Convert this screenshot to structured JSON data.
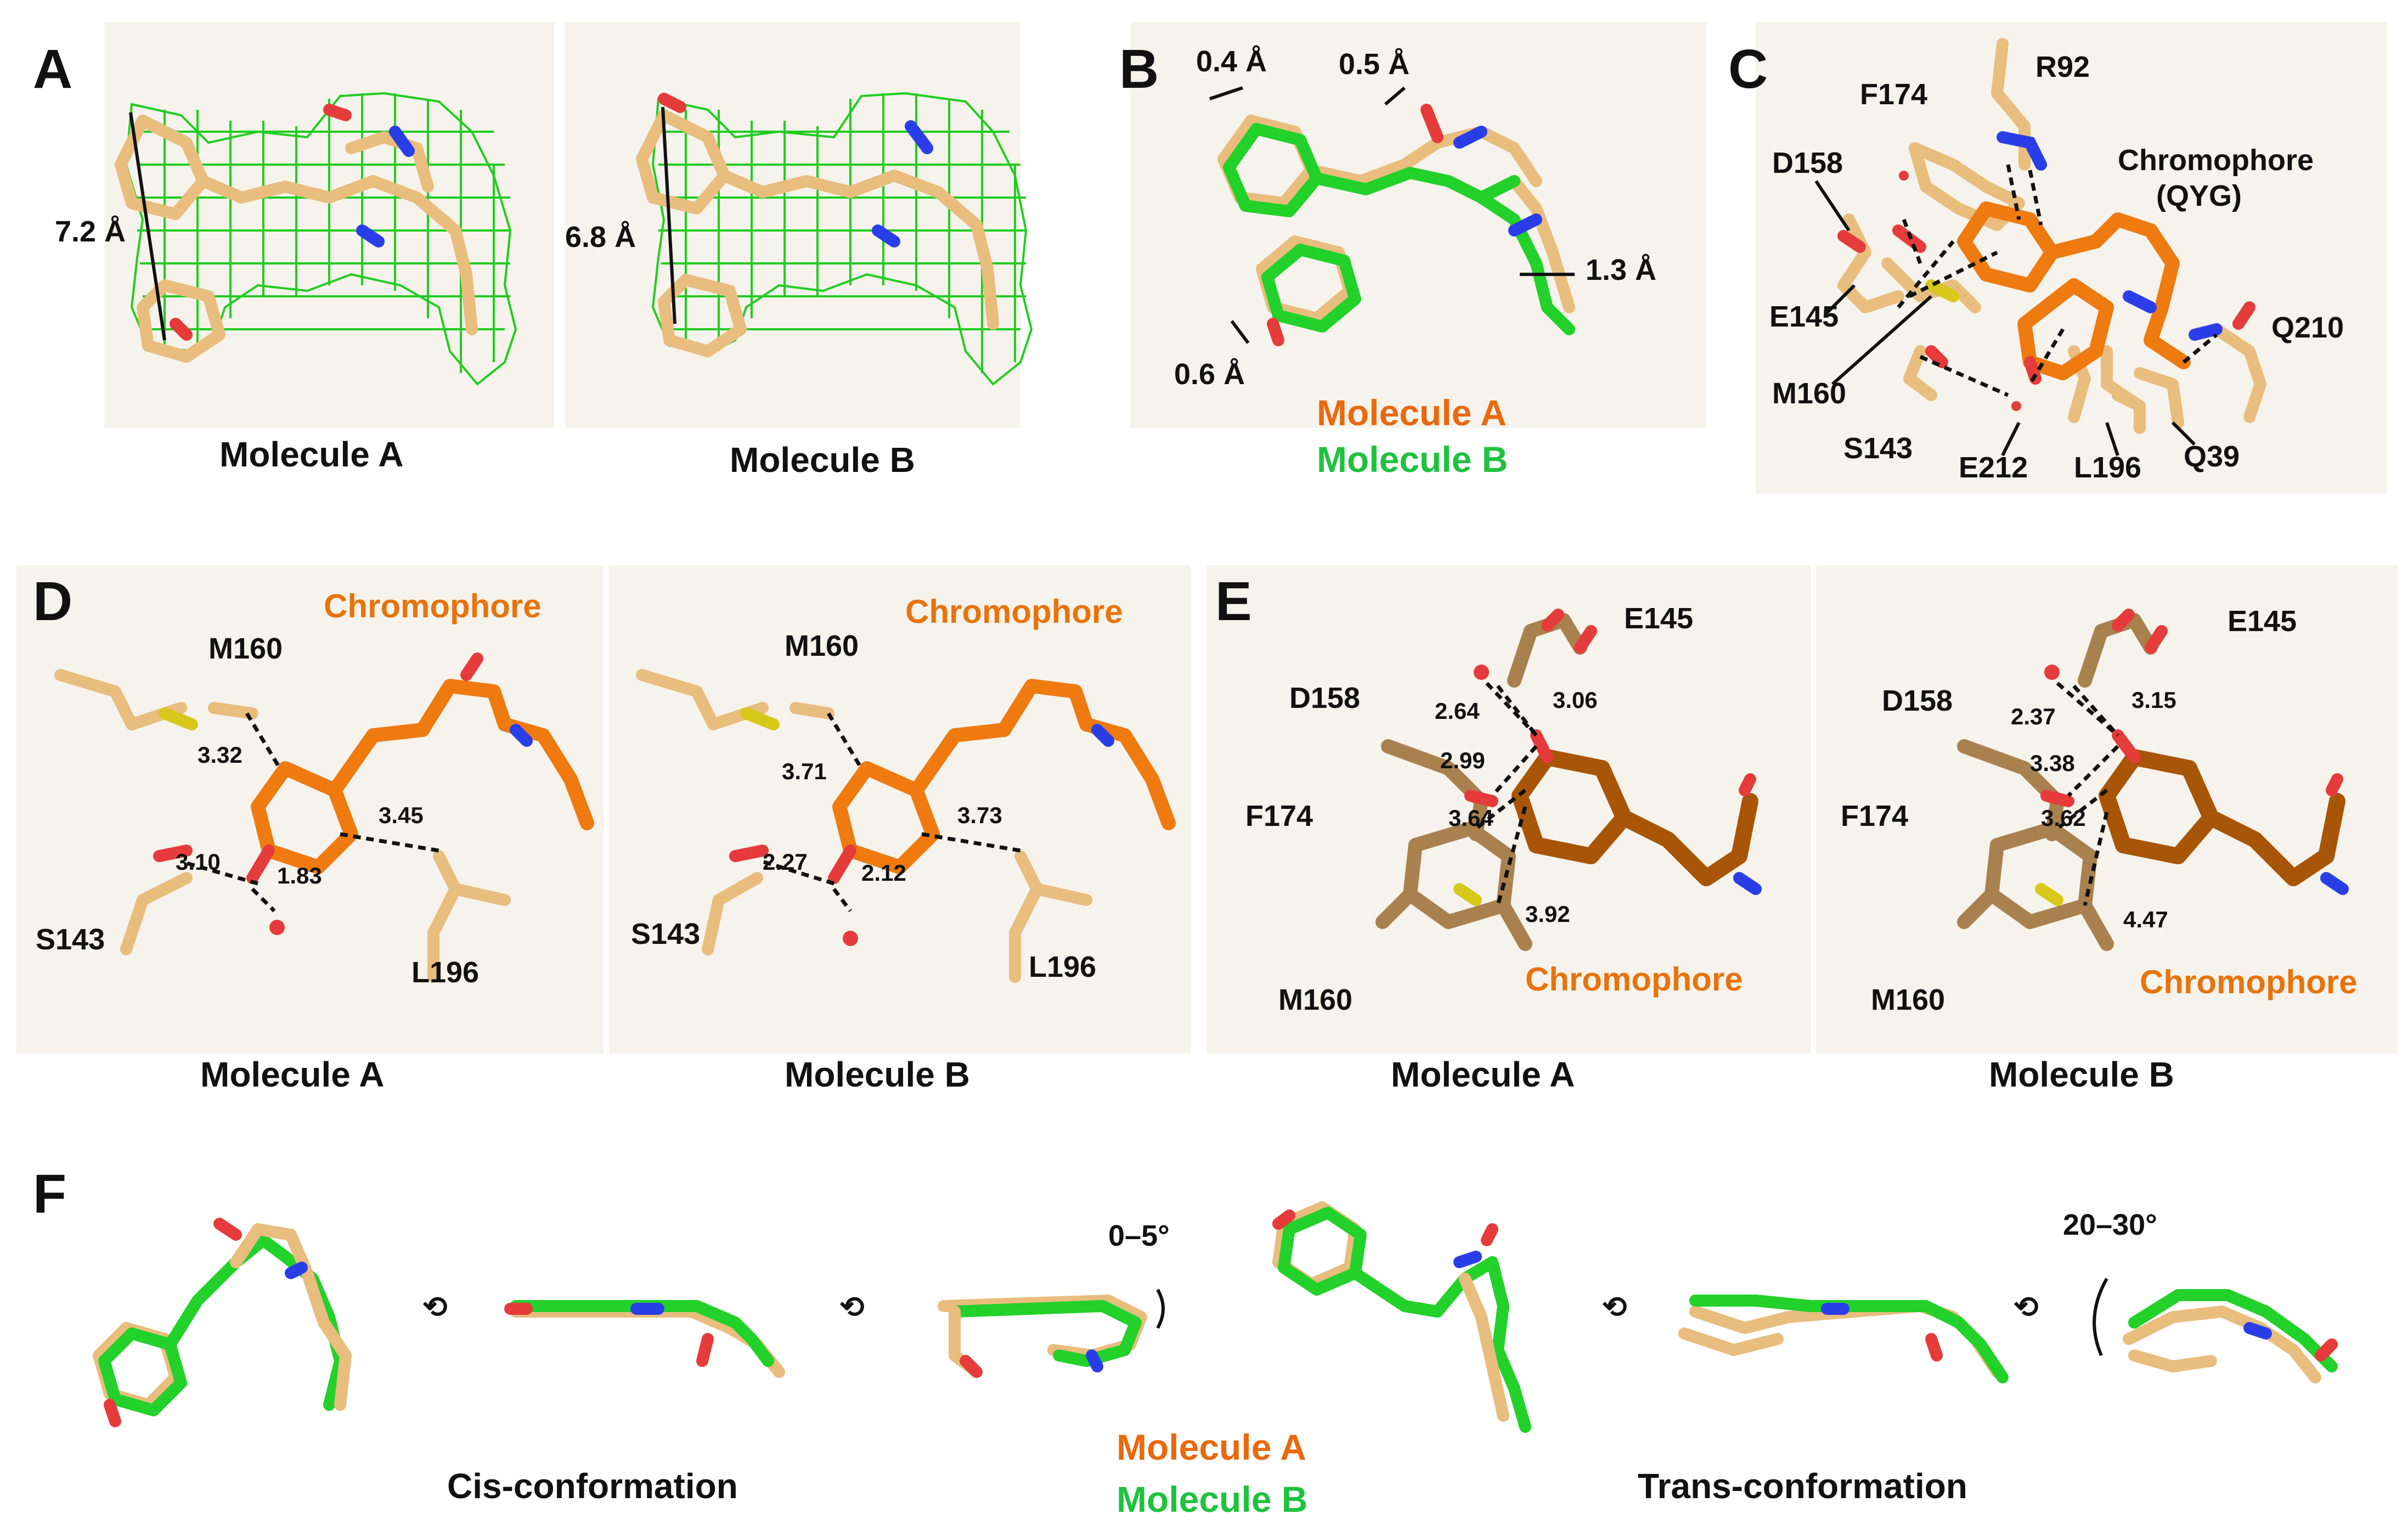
{
  "panels": {
    "A": {
      "letter": "A",
      "distance_A": "7.2 Å",
      "distance_B": "6.8 Å",
      "caption_A": "Molecule A",
      "caption_B": "Molecule B"
    },
    "B": {
      "letter": "B",
      "shift_1": "0.4 Å",
      "shift_2": "0.5 Å",
      "shift_3": "1.3 Å",
      "shift_4": "0.6 Å",
      "legend_a": "Molecule A",
      "legend_b": "Molecule B"
    },
    "C": {
      "letter": "C",
      "residues": [
        "R92",
        "F174",
        "D158",
        "E145",
        "M160",
        "S143",
        "E212",
        "L196",
        "Q39",
        "Q210"
      ],
      "chromophore_line1": "Chromophore",
      "chromophore_line2": "(QYG)"
    },
    "D": {
      "letter": "D",
      "chromophore": "Chromophore",
      "residues": [
        "M160",
        "S143",
        "L196"
      ],
      "distances_A": [
        "3.32",
        "3.45",
        "3.10",
        "1.83"
      ],
      "distances_B": [
        "3.71",
        "3.73",
        "2.27",
        "2.12"
      ],
      "caption_A": "Molecule A",
      "caption_B": "Molecule B"
    },
    "E": {
      "letter": "E",
      "chromophore": "Chromophore",
      "residues": [
        "E145",
        "D158",
        "F174",
        "M160"
      ],
      "distances_A": [
        "2.64",
        "3.06",
        "2.99",
        "3.64",
        "3.92"
      ],
      "distances_B": [
        "2.37",
        "3.15",
        "3.38",
        "3.62",
        "4.47"
      ],
      "caption_A": "Molecule A",
      "caption_B": "Molecule B"
    },
    "F": {
      "letter": "F",
      "angle_cis": "0–5°",
      "angle_trans": "20–30°",
      "caption_cis": "Cis-conformation",
      "caption_trans": "Trans-conformation",
      "legend_a": "Molecule A",
      "legend_b": "Molecule B"
    }
  },
  "colors": {
    "molecule_a": "#e8690e",
    "molecule_b": "#1fc23f",
    "carbon_tan": "#e9bd7e",
    "oxygen": "#e63b3b",
    "nitrogen": "#2a3ee8",
    "sulfur": "#d8c81a",
    "density_mesh": "#22cc22"
  }
}
